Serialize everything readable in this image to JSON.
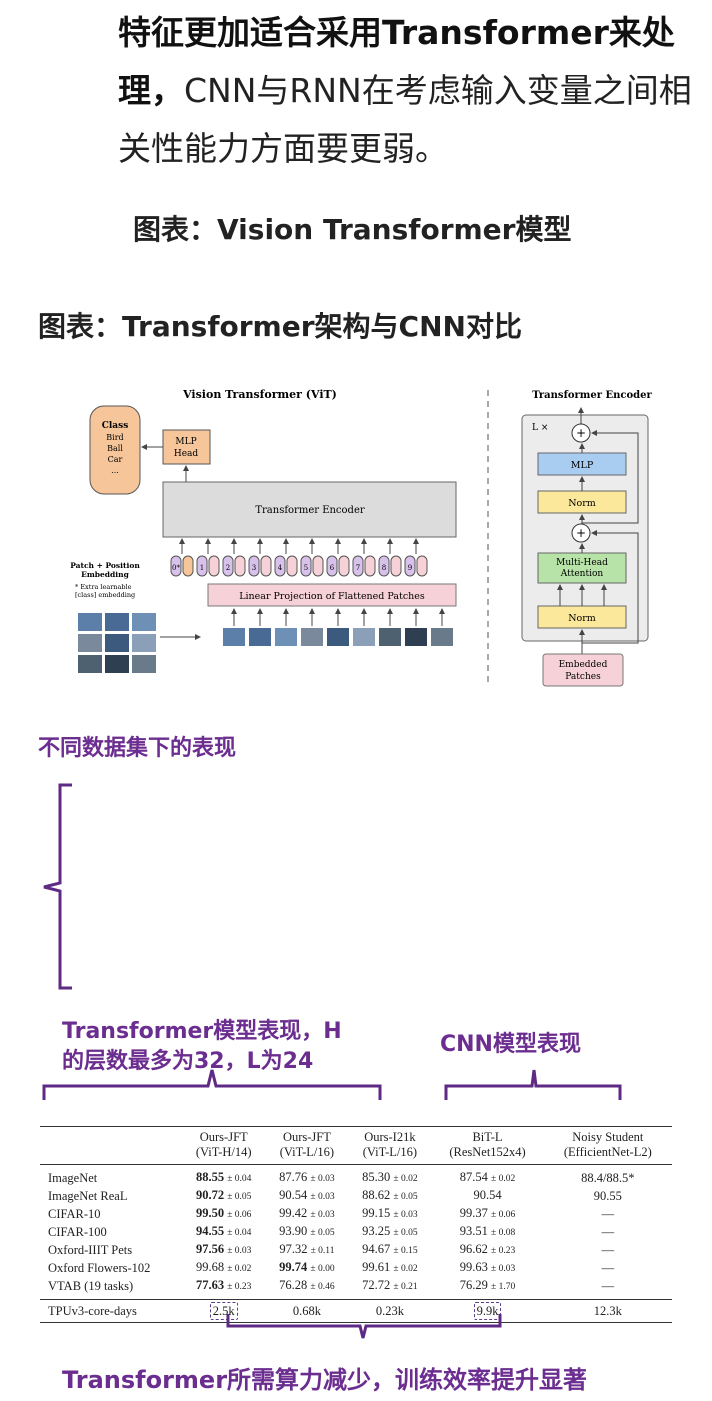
{
  "intro": {
    "bold_part": "特征更加适合采用Transformer来处理，",
    "normal_part": "CNN与RNN在考虑输入变量之间相关性能力方面要更弱。"
  },
  "captions": {
    "vit_model": "图表：Vision Transformer模型",
    "arch_compare": "图表：Transformer架构与CNN对比"
  },
  "diagram": {
    "vit_title": "Vision Transformer (ViT)",
    "encoder_title": "Transformer Encoder",
    "class_box": {
      "title": "Class",
      "items": [
        "Bird",
        "Ball",
        "Car",
        "..."
      ]
    },
    "mlp_head": [
      "MLP",
      "Head"
    ],
    "transformer_encoder": "Transformer Encoder",
    "patch_pos_label": [
      "Patch + Position",
      "Embedding"
    ],
    "extra_label": [
      "* Extra learnable",
      "[class] embedding"
    ],
    "linear_projection": "Linear Projection of Flattened Patches",
    "tokens": [
      "0*",
      "1",
      "2",
      "3",
      "4",
      "5",
      "6",
      "7",
      "8",
      "9"
    ],
    "encoder_block": {
      "lx": "L ×",
      "mlp": "MLP",
      "norm": "Norm",
      "multi_head": [
        "Multi-Head",
        "Attention"
      ],
      "embedded": [
        "Embedded",
        "Patches"
      ],
      "plus": "+"
    }
  },
  "annotations": {
    "datasets": "不同数据集下的表现",
    "transformer_perf_line1": "Transformer模型表现，H",
    "transformer_perf_line2": "的层数最多为32，L为24",
    "cnn_perf": "CNN模型表现",
    "compute": "Transformer所需算力减少，训练效率提升显著"
  },
  "table": {
    "headers": [
      {
        "l1": "",
        "l2": ""
      },
      {
        "l1": "Ours-JFT",
        "l2": "(ViT-H/14)"
      },
      {
        "l1": "Ours-JFT",
        "l2": "(ViT-L/16)"
      },
      {
        "l1": "Ours-I21k",
        "l2": "(ViT-L/16)"
      },
      {
        "l1": "BiT-L",
        "l2": "(ResNet152x4)"
      },
      {
        "l1": "Noisy Student",
        "l2": "(EfficientNet-L2)"
      }
    ],
    "rows": [
      {
        "name": "ImageNet",
        "c1": "88.55",
        "c1pm": "± 0.04",
        "c2": "87.76",
        "c2pm": "± 0.03",
        "c3": "85.30",
        "c3pm": "± 0.02",
        "c4": "87.54",
        "c4pm": "± 0.02",
        "c5": "88.4/88.5*"
      },
      {
        "name": "ImageNet ReaL",
        "c1": "90.72",
        "c1pm": "± 0.05",
        "c2": "90.54",
        "c2pm": "± 0.03",
        "c3": "88.62",
        "c3pm": "± 0.05",
        "c4": "90.54",
        "c4pm": "",
        "c5": "90.55"
      },
      {
        "name": "CIFAR-10",
        "c1": "99.50",
        "c1pm": "± 0.06",
        "c2": "99.42",
        "c2pm": "± 0.03",
        "c3": "99.15",
        "c3pm": "± 0.03",
        "c4": "99.37",
        "c4pm": "± 0.06",
        "c5": "—"
      },
      {
        "name": "CIFAR-100",
        "c1": "94.55",
        "c1pm": "± 0.04",
        "c2": "93.90",
        "c2pm": "± 0.05",
        "c3": "93.25",
        "c3pm": "± 0.05",
        "c4": "93.51",
        "c4pm": "± 0.08",
        "c5": "—"
      },
      {
        "name": "Oxford-IIIT Pets",
        "c1": "97.56",
        "c1pm": "± 0.03",
        "c2": "97.32",
        "c2pm": "± 0.11",
        "c3": "94.67",
        "c3pm": "± 0.15",
        "c4": "96.62",
        "c4pm": "± 0.23",
        "c5": "—"
      },
      {
        "name": "Oxford Flowers-102",
        "c1": "99.68",
        "c1pm": "± 0.02",
        "c2": "99.74",
        "c2pm": "± 0.00",
        "c3": "99.61",
        "c3pm": "± 0.02",
        "c4": "99.63",
        "c4pm": "± 0.03",
        "c5": "—"
      },
      {
        "name": "VTAB (19 tasks)",
        "c1": "77.63",
        "c1pm": "± 0.23",
        "c2": "76.28",
        "c2pm": "± 0.46",
        "c3": "72.72",
        "c3pm": "± 0.21",
        "c4": "76.29",
        "c4pm": "± 1.70",
        "c5": "—"
      }
    ],
    "tpu": {
      "name": "TPUv3-core-days",
      "c1": "2.5k",
      "c2": "0.68k",
      "c3": "0.23k",
      "c4": "9.9k",
      "c5": "12.3k"
    }
  }
}
